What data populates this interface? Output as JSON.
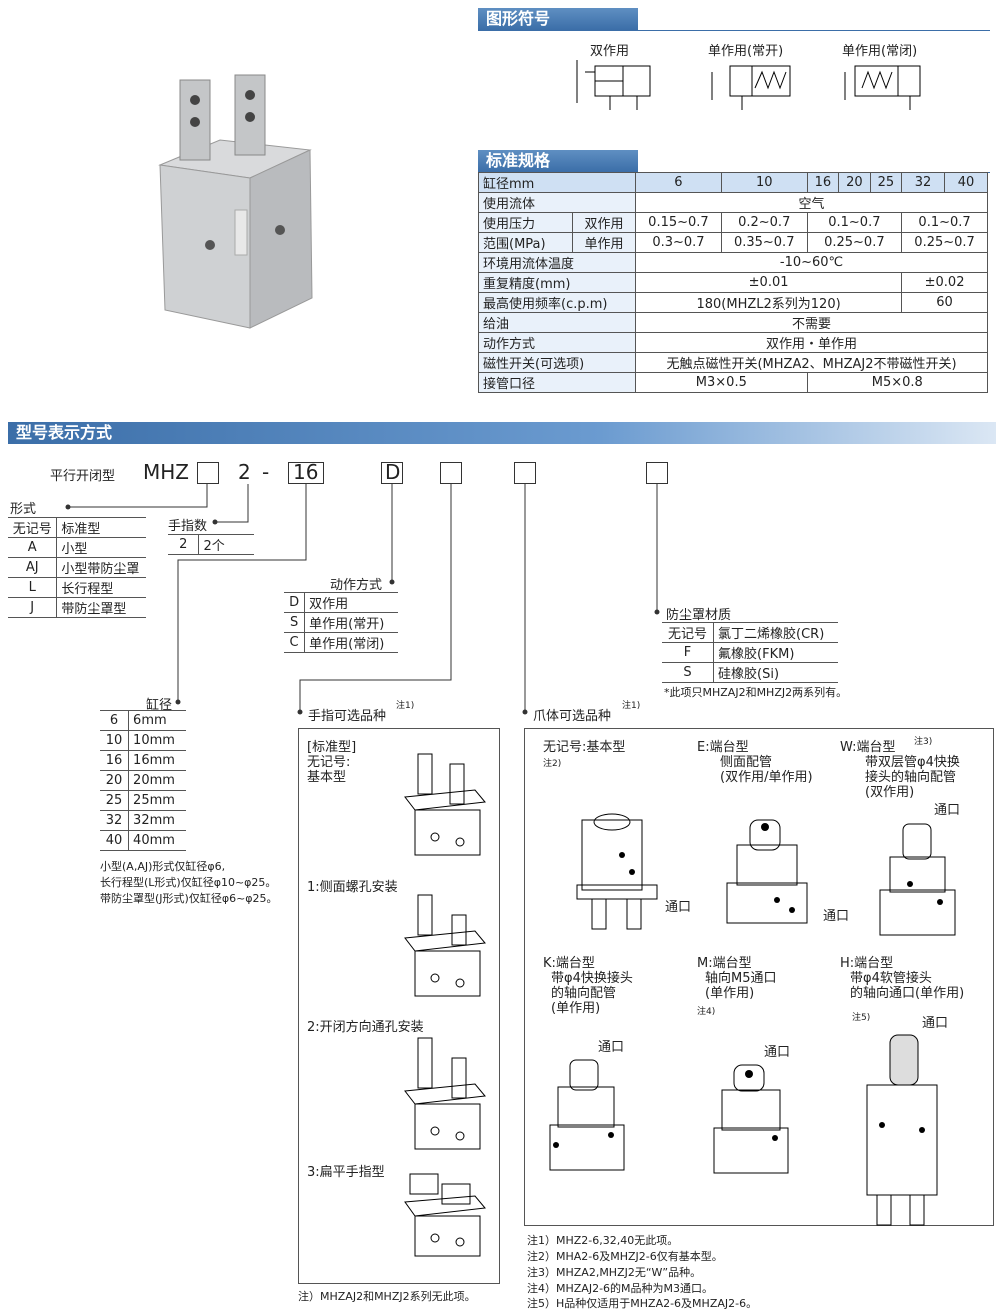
{
  "sections": {
    "symbol": "图形符号",
    "spec": "标准规格",
    "model": "型号表示方式"
  },
  "symbols": [
    "双作用",
    "单作用(常开)",
    "单作用(常闭)"
  ],
  "spec_table": {
    "header": [
      "缸径mm",
      "6",
      "10",
      "16",
      "20",
      "25",
      "32",
      "40"
    ],
    "fluid_label": "使用流体",
    "fluid": "空气",
    "pressure_label1": "使用压力",
    "pressure_label2": "范围(MPa)",
    "double_label": "双作用",
    "double": [
      "0.15~0.7",
      "0.2~0.7",
      "0.1~0.7",
      "0.1~0.7"
    ],
    "single_label": "单作用",
    "single": [
      "0.3~0.7",
      "0.35~0.7",
      "0.25~0.7",
      "0.25~0.7"
    ],
    "temp_label": "环境用流体温度",
    "temp": "-10~60℃",
    "repeat_label": "重复精度(mm)",
    "repeat": [
      "±0.01",
      "±0.02"
    ],
    "freq_label": "最高使用频率(c.p.m)",
    "freq": [
      "180(MHZL2系列为120)",
      "60"
    ],
    "oil_label": "给油",
    "oil": "不需要",
    "action_label": "动作方式",
    "action": "双作用・单作用",
    "switch_label": "磁性开关(可选项)",
    "switch": "无触点磁性开关(MHZA2、MHZAJ2不带磁性开关)",
    "port_label": "接管口径",
    "port": [
      "M3×0.5",
      "M5×0.8"
    ]
  },
  "model": {
    "prefix_label": "平行开闭型",
    "code_mhz": "MHZ",
    "code_2": "2",
    "code_dash": "-",
    "code_16": "16",
    "code_d": "D",
    "form_title": "形式",
    "form": [
      [
        "无记号",
        "标准型"
      ],
      [
        "A",
        "小型"
      ],
      [
        "AJ",
        "小型带防尘罩"
      ],
      [
        "L",
        "长行程型"
      ],
      [
        "J",
        "带防尘罩型"
      ]
    ],
    "fingers_title": "手指数",
    "fingers": [
      [
        "2",
        "2个"
      ]
    ],
    "action_title": "动作方式",
    "action": [
      [
        "D",
        "双作用"
      ],
      [
        "S",
        "单作用(常开)"
      ],
      [
        "C",
        "单作用(常闭)"
      ]
    ],
    "bore_title": "缸径",
    "bore": [
      [
        "6",
        "6mm"
      ],
      [
        "10",
        "10mm"
      ],
      [
        "16",
        "16mm"
      ],
      [
        "20",
        "20mm"
      ],
      [
        "25",
        "25mm"
      ],
      [
        "32",
        "32mm"
      ],
      [
        "40",
        "40mm"
      ]
    ],
    "bore_notes": [
      "小型(A,AJ)形式仅缸径φ6,",
      "长行程型(L形式)仅缸径φ10~φ25。",
      "带防尘罩型(J形式)仅缸径φ6~φ25。"
    ],
    "dust_title": "防尘罩材质",
    "dust": [
      [
        "无记号",
        "氯丁二烯橡胶(CR)"
      ],
      [
        "F",
        "氟橡胶(FKM)"
      ],
      [
        "S",
        "硅橡胶(Si)"
      ]
    ],
    "dust_note": "*此项只MHZAJ2和MHZJ2两系列有。",
    "finger_opt_title": "手指可选品种",
    "finger_opt_note": "注1)",
    "body_opt_title": "爪体可选品种",
    "body_opt_note": "注1)"
  },
  "finger_options": {
    "std": [
      "[标准型]",
      "无记号:",
      "基本型"
    ],
    "opt1": "1:侧面螺孔安装",
    "opt2": "2:开闭方向通孔安装",
    "opt3": "3:扁平手指型",
    "footnote": "注）MHZAJ2和MHZJ2系列无此项。"
  },
  "body_options": {
    "basic": "无记号:基本型",
    "basic_note": "注2)",
    "e": [
      "E:端台型",
      "侧面配管",
      "(双作用/单作用)"
    ],
    "w": [
      "W:端台型",
      "带双层管φ4快换",
      "接头的轴向配管",
      "(双作用)"
    ],
    "w_note": "注3)",
    "k": [
      "K:端台型",
      "带φ4快换接头",
      "的轴向配管",
      "(单作用)"
    ],
    "m": [
      "M:端台型",
      "轴向M5通口",
      "(单作用)"
    ],
    "m_note": "注4)",
    "h": [
      "H:端台型",
      "带φ4软管接头",
      "的轴向通口(单作用)"
    ],
    "h_note": "注5)",
    "port": "通口",
    "notes": [
      "注1）MHZ2-6,32,40无此项。",
      "注2）MHA2-6及MHZJ2-6仅有基本型。",
      "注3）MHZA2,MHZJ2无“W”品种。",
      "注4）MHZAJ2-6的M品种为M3通口。",
      "注5）H品种仅适用于MHZA2-6及MHZAJ2-6。"
    ]
  },
  "colors": {
    "header": "#3b6ea8",
    "table_head": "#cfe0f3"
  }
}
